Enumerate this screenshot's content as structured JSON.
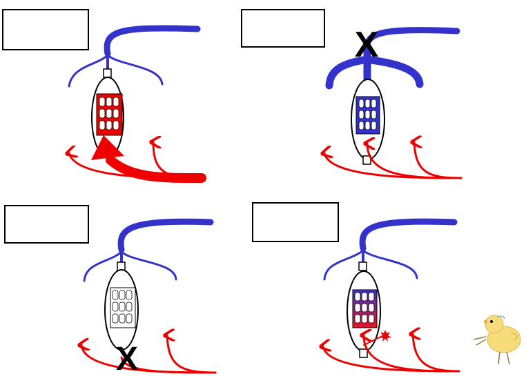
{
  "panels": [
    {
      "id": "top-left",
      "label": "",
      "vessel_fill": "red",
      "cross": "",
      "cross_position": "none"
    },
    {
      "id": "top-right",
      "label": "",
      "vessel_fill": "blue",
      "cross": "X",
      "cross_position": "vein-outflow"
    },
    {
      "id": "bottom-left",
      "label": "",
      "vessel_fill": "white",
      "cross": "X",
      "cross_position": "artery-inflow"
    },
    {
      "id": "bottom-right",
      "label": "",
      "vessel_fill": "gradient",
      "cross": "",
      "cross_position": "none"
    }
  ],
  "colors": {
    "artery": "#ee0000",
    "vein": "#3333cc",
    "outline": "#000000",
    "background": "#ffffff"
  },
  "icons": [
    "chick-icon",
    "starburst-icon"
  ]
}
